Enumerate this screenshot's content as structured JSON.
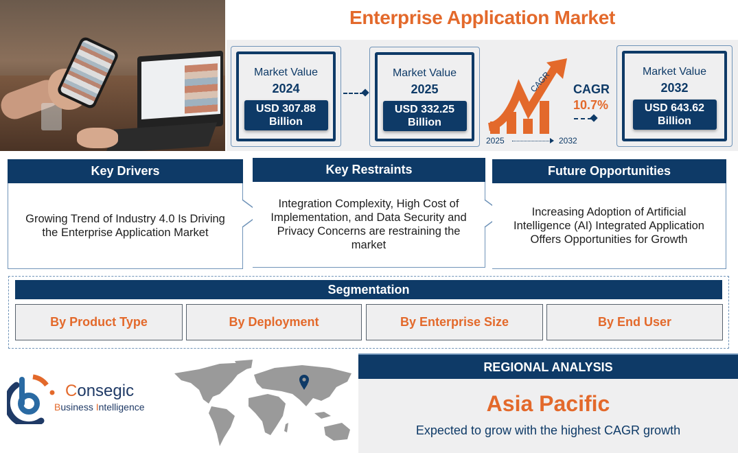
{
  "title": "Enterprise Application Market",
  "hero_image": {
    "description": "person-using-phone-and-laptop-photo"
  },
  "market_values": [
    {
      "label": "Market Value",
      "year": "2024",
      "value": "USD 307.88",
      "unit": "Billion"
    },
    {
      "label": "Market Value",
      "year": "2025",
      "value": "USD 332.25",
      "unit": "Billion"
    },
    {
      "label": "Market Value",
      "year": "2032",
      "value": "USD 643.62",
      "unit": "Billion"
    }
  ],
  "cagr": {
    "graphic_label": "CAGR",
    "label": "CAGR",
    "value": "10.7%",
    "start_year": "2025",
    "end_year": "2032"
  },
  "key_sections": [
    {
      "heading": "Key Drivers",
      "text": "Growing Trend of Industry 4.0 Is Driving the Enterprise Application Market"
    },
    {
      "heading": "Key Restraints",
      "text": "Integration Complexity, High Cost of Implementation, and Data Security and Privacy Concerns are restraining the market"
    },
    {
      "heading": "Future Opportunities",
      "text": "Increasing Adoption of Artificial Intelligence (AI) Integrated Application Offers Opportunities for Growth"
    }
  ],
  "segmentation": {
    "heading": "Segmentation",
    "items": [
      "By Product Type",
      "By Deployment",
      "By Enterprise Size",
      "By End User"
    ]
  },
  "logo": {
    "name_first_letter": "C",
    "name_rest": "onsegic",
    "sub_b": "B",
    "sub_mid": "usiness ",
    "sub_i": "I",
    "sub_rest": "ntelligence"
  },
  "regional": {
    "heading": "REGIONAL ANALYSIS",
    "region": "Asia Pacific",
    "description": "Expected to grow with the highest CAGR growth"
  },
  "colors": {
    "navy": "#0e3a67",
    "orange": "#e3692b",
    "panel_grey": "#efeff0",
    "border_blue": "#6f93b8"
  }
}
